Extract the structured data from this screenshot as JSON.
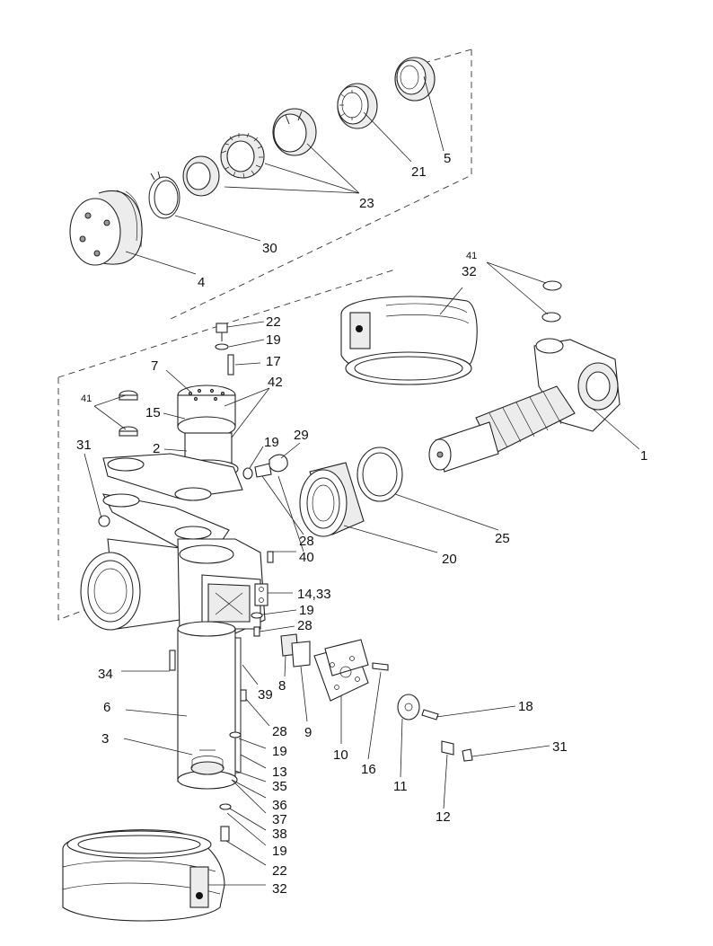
{
  "callouts": [
    {
      "id": "c5",
      "text": "5"
    },
    {
      "id": "c21",
      "text": "21"
    },
    {
      "id": "c23",
      "text": "23"
    },
    {
      "id": "c30",
      "text": "30"
    },
    {
      "id": "c4",
      "text": "4"
    },
    {
      "id": "c41a",
      "text": "41"
    },
    {
      "id": "c32a",
      "text": "32"
    },
    {
      "id": "c22a",
      "text": "22"
    },
    {
      "id": "c19a",
      "text": "19"
    },
    {
      "id": "c17",
      "text": "17"
    },
    {
      "id": "c7",
      "text": "7"
    },
    {
      "id": "c42",
      "text": "42"
    },
    {
      "id": "c41b",
      "text": "41"
    },
    {
      "id": "c15",
      "text": "15"
    },
    {
      "id": "c19b",
      "text": "19"
    },
    {
      "id": "c29",
      "text": "29"
    },
    {
      "id": "c2",
      "text": "2"
    },
    {
      "id": "c31a",
      "text": "31"
    },
    {
      "id": "c1",
      "text": "1"
    },
    {
      "id": "c25",
      "text": "25"
    },
    {
      "id": "c28a",
      "text": "28"
    },
    {
      "id": "c40",
      "text": "40"
    },
    {
      "id": "c20",
      "text": "20"
    },
    {
      "id": "c1433",
      "text": "14,33"
    },
    {
      "id": "c19c",
      "text": "19"
    },
    {
      "id": "c28b",
      "text": "28"
    },
    {
      "id": "c34",
      "text": "34"
    },
    {
      "id": "c39",
      "text": "39"
    },
    {
      "id": "c6",
      "text": "6"
    },
    {
      "id": "c8",
      "text": "8"
    },
    {
      "id": "c28c",
      "text": "28"
    },
    {
      "id": "c9",
      "text": "9"
    },
    {
      "id": "c18",
      "text": "18"
    },
    {
      "id": "c3",
      "text": "3"
    },
    {
      "id": "c19d",
      "text": "19"
    },
    {
      "id": "c10",
      "text": "10"
    },
    {
      "id": "c16",
      "text": "16"
    },
    {
      "id": "c31b",
      "text": "31"
    },
    {
      "id": "c13",
      "text": "13"
    },
    {
      "id": "c35",
      "text": "35"
    },
    {
      "id": "c11",
      "text": "11"
    },
    {
      "id": "c36",
      "text": "36"
    },
    {
      "id": "c37",
      "text": "37"
    },
    {
      "id": "c12",
      "text": "12"
    },
    {
      "id": "c38",
      "text": "38"
    },
    {
      "id": "c19e",
      "text": "19"
    },
    {
      "id": "c22b",
      "text": "22"
    },
    {
      "id": "c32b",
      "text": "32"
    }
  ]
}
